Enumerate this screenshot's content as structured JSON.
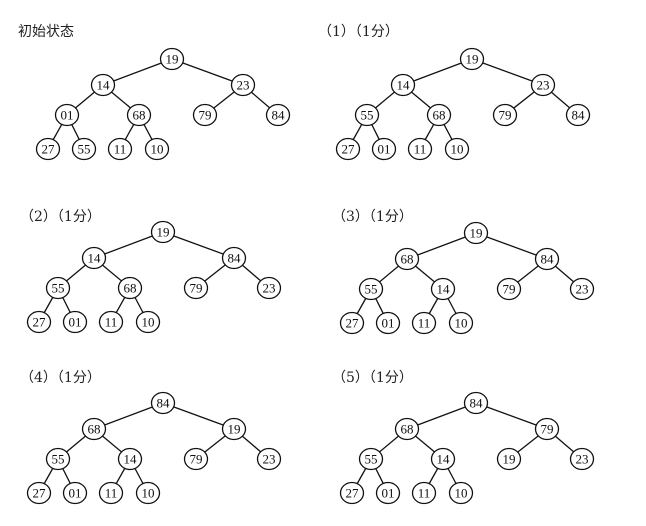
{
  "trees": [
    {
      "label": "初始状态",
      "nodes": [
        "19",
        "14",
        "23",
        "01",
        "68",
        "79",
        "84",
        "27",
        "55",
        "11",
        "10"
      ]
    },
    {
      "label": "（1）（1分）",
      "nodes": [
        "19",
        "14",
        "23",
        "55",
        "68",
        "79",
        "84",
        "27",
        "01",
        "11",
        "10"
      ]
    },
    {
      "label": "（2）（1分）",
      "nodes": [
        "19",
        "14",
        "84",
        "55",
        "68",
        "79",
        "23",
        "27",
        "01",
        "11",
        "10"
      ]
    },
    {
      "label": "（3）（1分）",
      "nodes": [
        "19",
        "68",
        "84",
        "55",
        "14",
        "79",
        "23",
        "27",
        "01",
        "11",
        "10"
      ]
    },
    {
      "label": "（4）（1分）",
      "nodes": [
        "84",
        "68",
        "19",
        "55",
        "14",
        "79",
        "23",
        "27",
        "01",
        "11",
        "10"
      ]
    },
    {
      "label": "（5）（1分）",
      "nodes": [
        "84",
        "68",
        "79",
        "55",
        "14",
        "19",
        "23",
        "27",
        "01",
        "11",
        "10"
      ]
    }
  ]
}
